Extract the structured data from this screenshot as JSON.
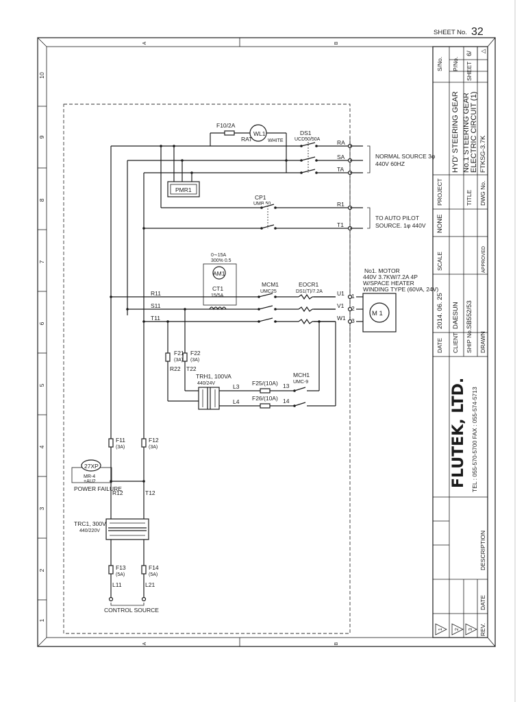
{
  "sheet_label": "SHEET No.",
  "sheet_number": "32",
  "border": {
    "top_letters": [
      "A",
      "B"
    ],
    "bottom_letters": [
      "A",
      "B"
    ],
    "side_numbers": [
      "10",
      "9",
      "8",
      "7",
      "6",
      "5",
      "4",
      "3",
      "2",
      "1"
    ]
  },
  "supply": {
    "normal_source": "NORMAL SOURCE 3φ",
    "normal_voltage": "440V 60HZ",
    "autopilot_source": "TO AUTO PILOT",
    "autopilot_voltage": "SOURCE. 1φ 440V",
    "terminals": [
      "RA",
      "SA",
      "TA",
      "R1",
      "T1",
      "R11",
      "S11",
      "T11",
      "U1",
      "V1",
      "W1"
    ],
    "terminal_numbers": [
      "1",
      "2",
      "3"
    ]
  },
  "components": {
    "f10": "F10/2A",
    "rat": "RAT",
    "wl1": "WL1",
    "white": "WHITE",
    "ds1": "DS1",
    "ds1_rating": "UCD50/50A",
    "pmr1": "PMR1",
    "cp1": "CP1",
    "cp1_rating": "UMB 50",
    "am1_range_a": "0∼15A",
    "am1_range_b": "300% 0.5",
    "am1": "AM1",
    "ct1": "CT1",
    "ct1_ratio": "15/5A",
    "mcm1": "MCM1",
    "mcm1_type": "UMC25",
    "eocr1": "EOCR1",
    "eocr1_rating": "DS1(T)/7.2A",
    "motor_title": "No1. MOTOR",
    "motor_spec": "440V 3.7KW/7.2A 4P",
    "motor_heater": "W/SPACE HEATER",
    "motor_winding": "WINDING TYPE (60VA, 24V)",
    "motor_symbol": "M 1",
    "f21": "F21",
    "f21_rating": "(3A)",
    "f22": "F22",
    "f22_rating": "(3A)",
    "r22": "R22",
    "t22": "T22",
    "trh1": "TRH1, 100VA",
    "trh1_ratio": "440/24V",
    "l3": "L3",
    "l4": "L4",
    "f25": "F25/(10A)",
    "f26": "F26/(10A)",
    "mch1": "MCH1",
    "mch1_type": "UMC-9",
    "n13": "13",
    "n14": "14",
    "f11": "F11",
    "f11_rating": "(3A)",
    "f12": "F12",
    "f12_rating": "(3A)",
    "xp27": "27XP",
    "xp27_type_a": "MR-4",
    "xp27_type_b": "+AU2",
    "power_failure": "POWER FAILURE",
    "r12": "R12",
    "t12": "T12",
    "trc1": "TRC1, 300VA",
    "trc1_ratio": "440/220V",
    "f13": "F13",
    "f13_rating": "(5A)",
    "f14": "F14",
    "f14_rating": "(5A)",
    "l11": "L11",
    "l21": "L21",
    "control_source": "CONTROL SOURCE"
  },
  "title_block": {
    "sno_label": "S/No.",
    "pno_label": "P/No.",
    "sheet_label": "SHEET",
    "sheet_value": "6/",
    "project_label": "PROJECT",
    "project_value": "HYD' STEERING GEAR",
    "title_label": "TITLE",
    "title_line1": "No.1 STEERING GEAR",
    "title_line2": "ELECTRIC CIRCUIT (1)",
    "dwg_label": "DWG No.",
    "dwg_value": "FTKSG-3.7K",
    "scale_label": "SCALE",
    "scale_value": "NONE",
    "approved_label": "APPROVED",
    "date_label": "DATE",
    "date_value": "2014. 06. 25",
    "client_label": "CLIENT",
    "client_value": "DAESUN",
    "shipno_label": "SHIP No.",
    "shipno_value": "SB552/53",
    "drawn_label": "DRAWN",
    "company": "FLUTEK, LTD.",
    "contact": "TEL : 055-570-5700   FAX : 055-574-5713",
    "description_label": "DESCRIPTION",
    "rev_date_label": "DATE",
    "rev_label": "REV.",
    "rev_marks": [
      "1",
      "2",
      "3"
    ]
  }
}
